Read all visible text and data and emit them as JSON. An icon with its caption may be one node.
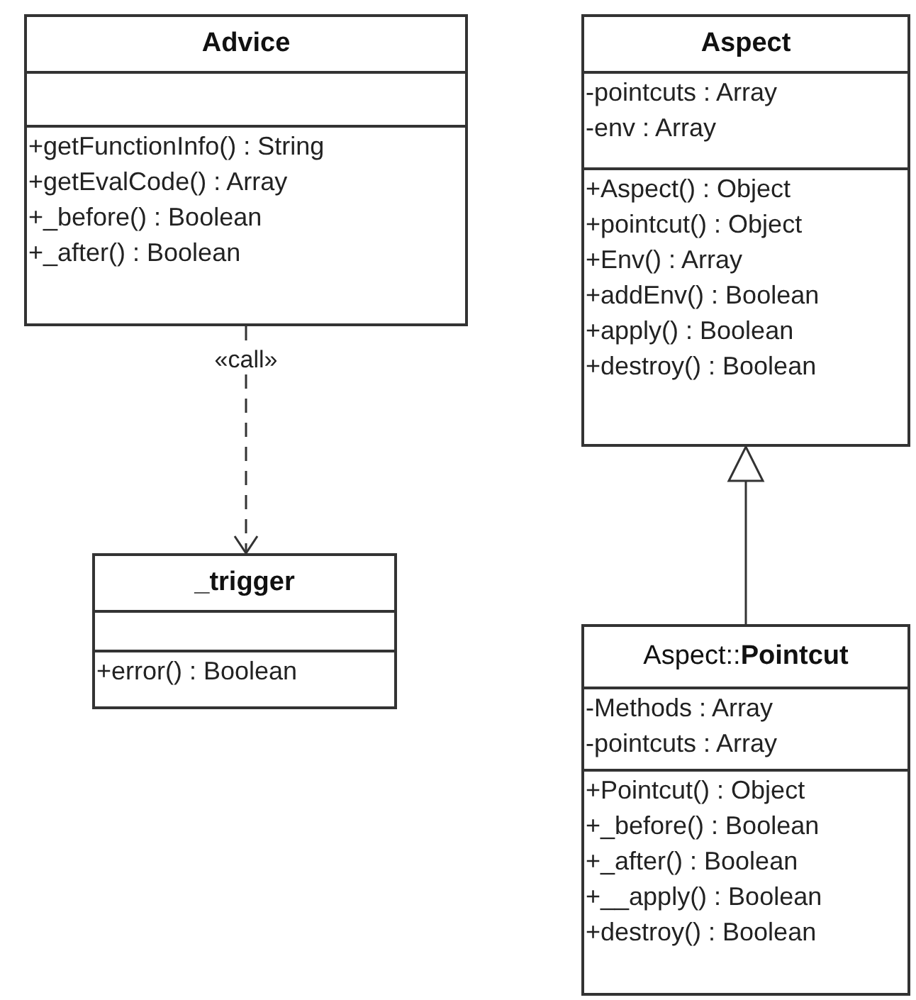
{
  "diagram": {
    "nodes": [
      {
        "text": [
          "Advice"
        ]
      },
      {
        "text": [],
        "shape": "box",
        "in": 0
      },
      {
        "text": [
          "+getFunctionInfo() : String",
          "+getEvalCode() : Array",
          "+_before() : Boolean",
          "+_after() : Boolean"
        ],
        "in": 0
      },
      {
        "text": [
          "Aspect"
        ]
      },
      {
        "text": [
          "-pointcuts : Array",
          "-env : Array"
        ],
        "in": 3
      },
      {
        "text": [
          "+Aspect() : Object",
          "+pointcut() : Object",
          "+Env() : Array",
          "+addEnv() : Boolean",
          "+apply() : Boolean",
          "+destroy() : Boolean"
        ],
        "in": 3
      },
      {
        "text": [
          "_trigger"
        ]
      },
      {
        "text": [],
        "shape": "box",
        "in": 6
      },
      {
        "text": [
          "+error() : Boolean"
        ],
        "in": 6
      },
      {
        "text": [
          "Aspect::**Pointcut**"
        ]
      },
      {
        "text": [
          "-Methods : Array",
          "-pointcuts : Array"
        ],
        "in": 9
      },
      {
        "text": [
          "+Pointcut() : Object",
          "+_before() : Boolean",
          "+_after() : Boolean",
          "+__apply() : Boolean",
          "+destroy() : Boolean"
        ],
        "in": 9
      }
    ],
    "edges": [
      {
        "from": 0,
        "to": 6,
        "arrow": "to",
        "style": "dashed",
        "label": "«call»"
      },
      {
        "from": 9,
        "to": 3,
        "arrow": "to"
      }
    ]
  }
}
